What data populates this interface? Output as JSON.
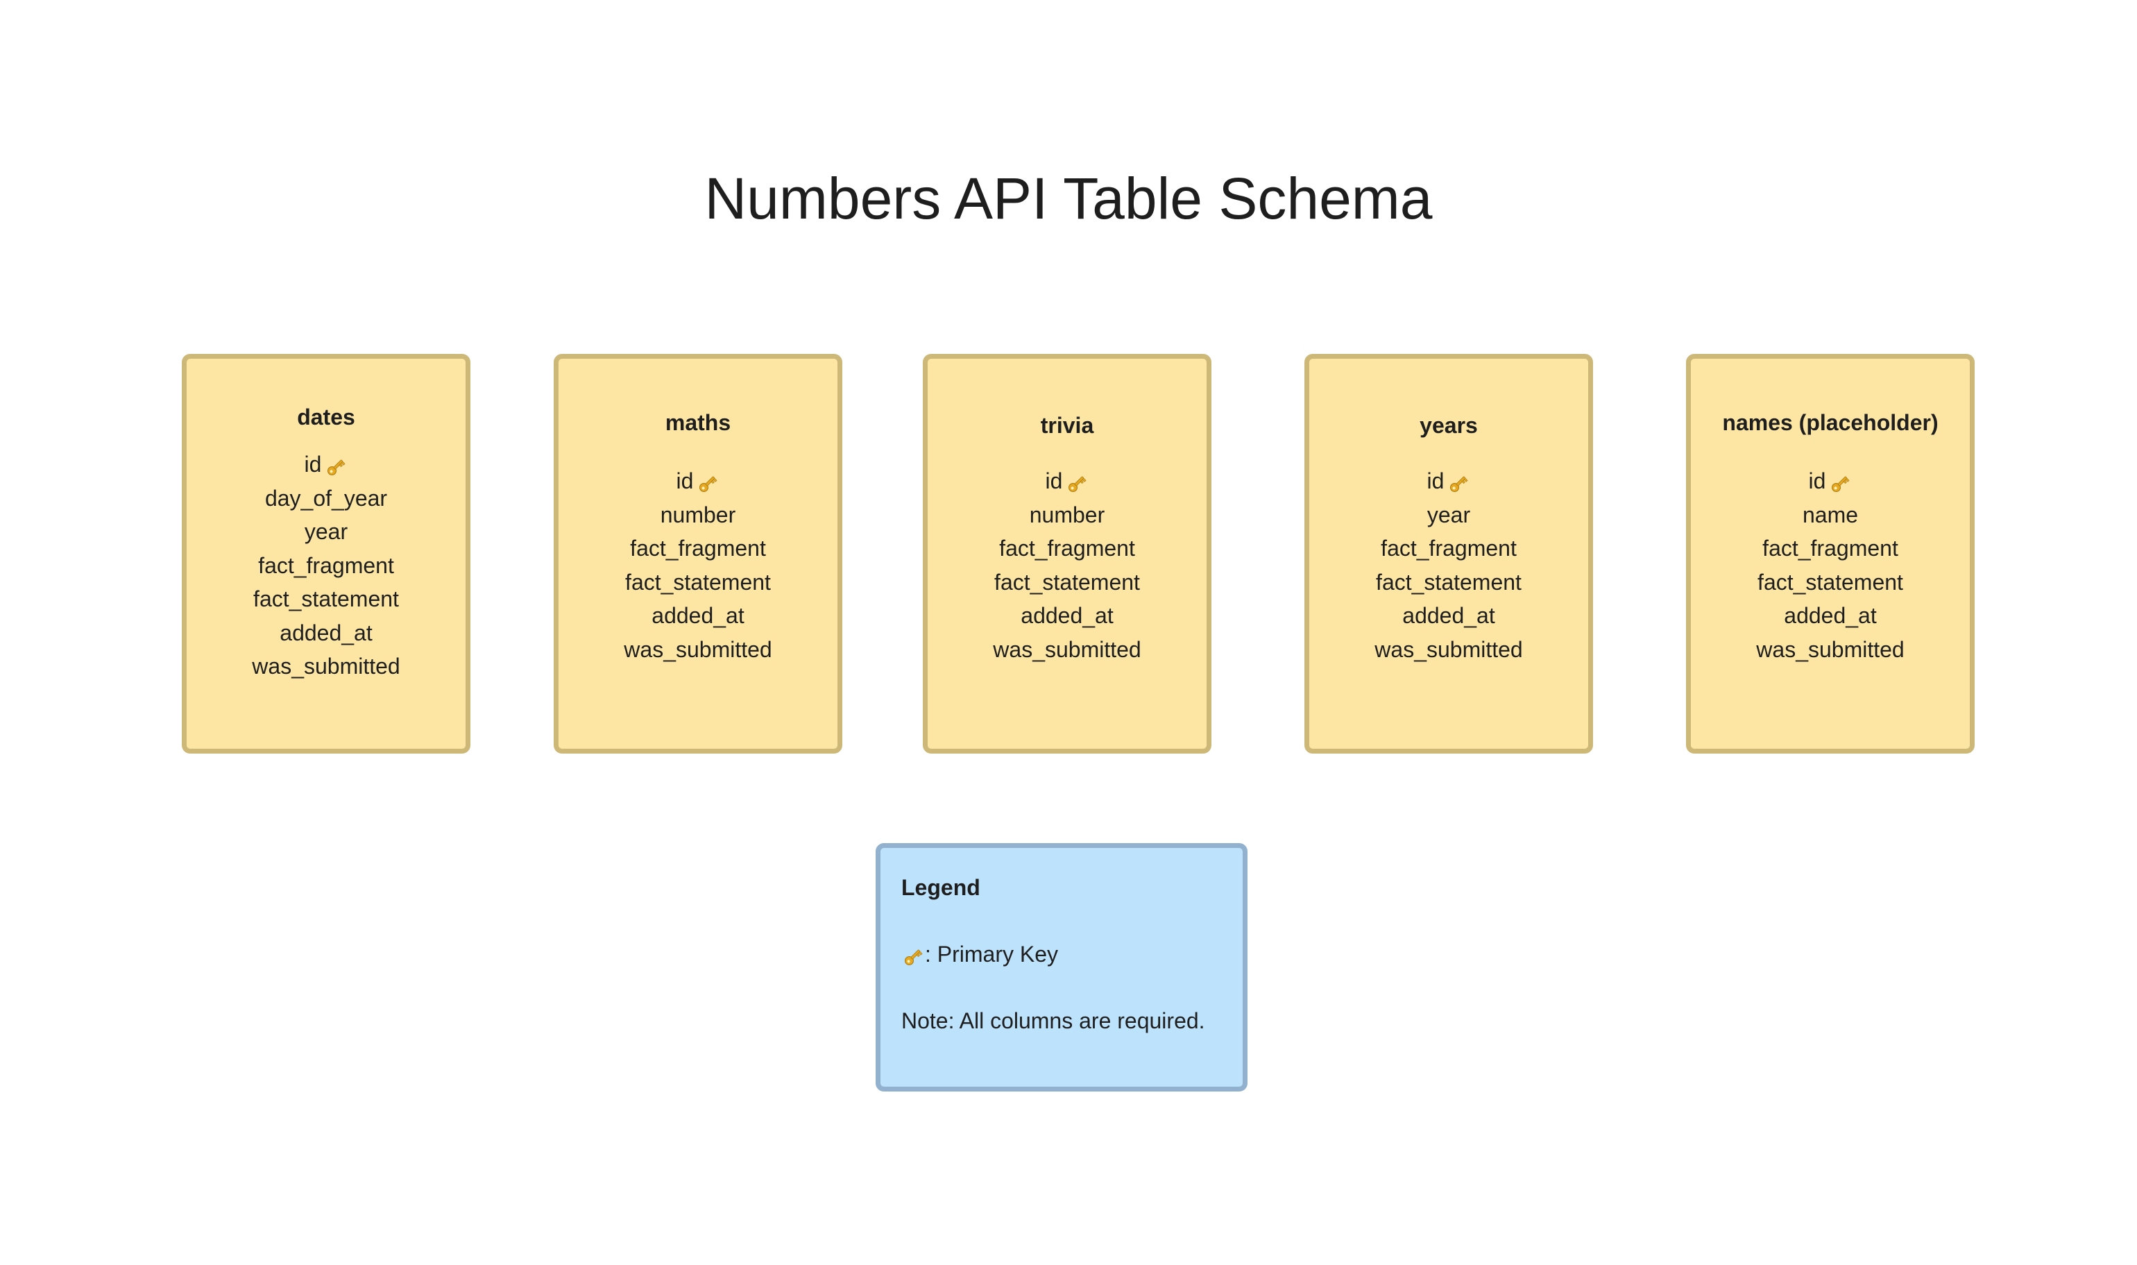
{
  "title": "Numbers API Table Schema",
  "key_icon": "key-icon",
  "tables": [
    {
      "name": "dates",
      "columns": [
        "id",
        "day_of_year",
        "year",
        "fact_fragment",
        "fact_statement",
        "added_at",
        "was_submitted"
      ],
      "primary_key": "id"
    },
    {
      "name": "maths",
      "columns": [
        "id",
        "number",
        "fact_fragment",
        "fact_statement",
        "added_at",
        "was_submitted"
      ],
      "primary_key": "id"
    },
    {
      "name": "trivia",
      "columns": [
        "id",
        "number",
        "fact_fragment",
        "fact_statement",
        "added_at",
        "was_submitted"
      ],
      "primary_key": "id"
    },
    {
      "name": "years",
      "columns": [
        "id",
        "year",
        "fact_fragment",
        "fact_statement",
        "added_at",
        "was_submitted"
      ],
      "primary_key": "id"
    },
    {
      "name": "names (placeholder)",
      "columns": [
        "id",
        "name",
        "fact_fragment",
        "fact_statement",
        "added_at",
        "was_submitted"
      ],
      "primary_key": "id"
    }
  ],
  "legend": {
    "title": "Legend",
    "primary_key_label": ": Primary Key",
    "note": "Note: All columns are required."
  },
  "colors": {
    "table_fill": "#fde6a4",
    "table_border": "#cdb878",
    "legend_fill": "#bde2fc",
    "legend_border": "#91b1cf",
    "key_gold": "#e6a91f"
  }
}
